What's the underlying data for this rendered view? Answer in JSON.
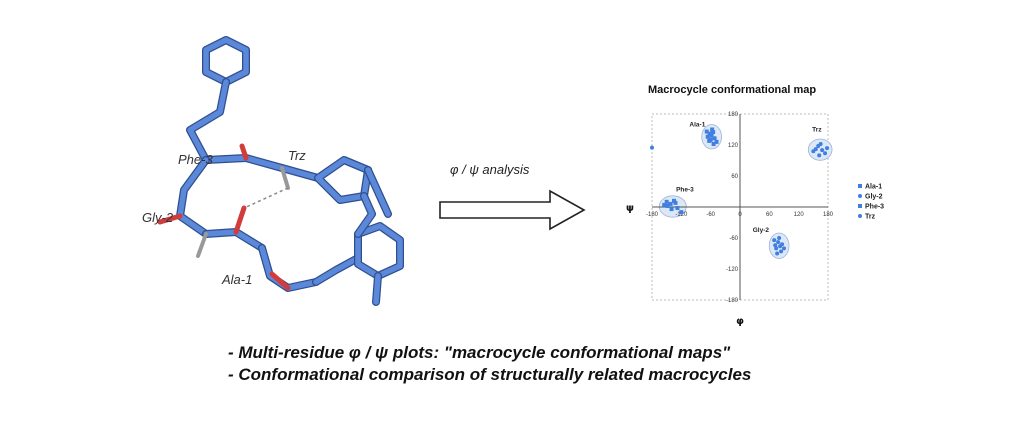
{
  "figure": {
    "arrow_label": "φ / ψ analysis",
    "residue_labels": [
      "Phe-3",
      "Gly-2",
      "Ala-1",
      "Trz"
    ],
    "bullets": [
      "- Multi-residue φ / ψ plots: \"macrocycle conformational maps\"",
      "- Conformational comparison of structurally related macrocycles"
    ]
  },
  "colors": {
    "stick": "#5b88d8",
    "oxygen": "#d23c3c",
    "hydrogen": "#e6e6e6",
    "point": "#3f7fe0",
    "cluster_fill": "#dce8f8"
  },
  "chart_data": {
    "type": "scatter",
    "title": "Macrocycle conformational map",
    "xlabel": "φ",
    "ylabel": "ψ",
    "xlim": [
      -180,
      180
    ],
    "ylim": [
      -180,
      180
    ],
    "xticks": [
      -180,
      -120,
      -60,
      0,
      60,
      120,
      180
    ],
    "yticks": [
      -180,
      -120,
      -60,
      0,
      60,
      120,
      180
    ],
    "grid": false,
    "legend": "right",
    "series": [
      {
        "name": "Ala-1",
        "marker": "square",
        "points": [
          [
            -62,
            142
          ],
          [
            -58,
            138
          ],
          [
            -66,
            136
          ],
          [
            -55,
            145
          ],
          [
            -60,
            130
          ],
          [
            -63,
            128
          ],
          [
            -52,
            133
          ],
          [
            -57,
            150
          ],
          [
            -48,
            126
          ],
          [
            -68,
            146
          ],
          [
            -54,
            122
          ]
        ]
      },
      {
        "name": "Gly-2",
        "marker": "circle",
        "points": [
          [
            78,
            -68
          ],
          [
            82,
            -76
          ],
          [
            74,
            -80
          ],
          [
            86,
            -72
          ],
          [
            80,
            -60
          ],
          [
            70,
            -64
          ],
          [
            84,
            -86
          ],
          [
            76,
            -90
          ],
          [
            90,
            -80
          ],
          [
            72,
            -74
          ]
        ]
      },
      {
        "name": "Phe-3",
        "marker": "square",
        "points": [
          [
            -150,
            10
          ],
          [
            -142,
            6
          ],
          [
            -135,
            12
          ],
          [
            -148,
            2
          ],
          [
            -140,
            -4
          ],
          [
            -128,
            -2
          ],
          [
            -120,
            -10
          ],
          [
            -155,
            4
          ],
          [
            -132,
            8
          ]
        ]
      },
      {
        "name": "Trz",
        "marker": "circle",
        "points": [
          [
            160,
            118
          ],
          [
            168,
            110
          ],
          [
            155,
            112
          ],
          [
            174,
            104
          ],
          [
            165,
            122
          ],
          [
            150,
            108
          ],
          [
            178,
            114
          ],
          [
            162,
            100
          ],
          [
            -180,
            115
          ]
        ]
      }
    ],
    "annotations": [
      "Ala-1",
      "Trz",
      "Phe-3",
      "Gly-2"
    ]
  }
}
